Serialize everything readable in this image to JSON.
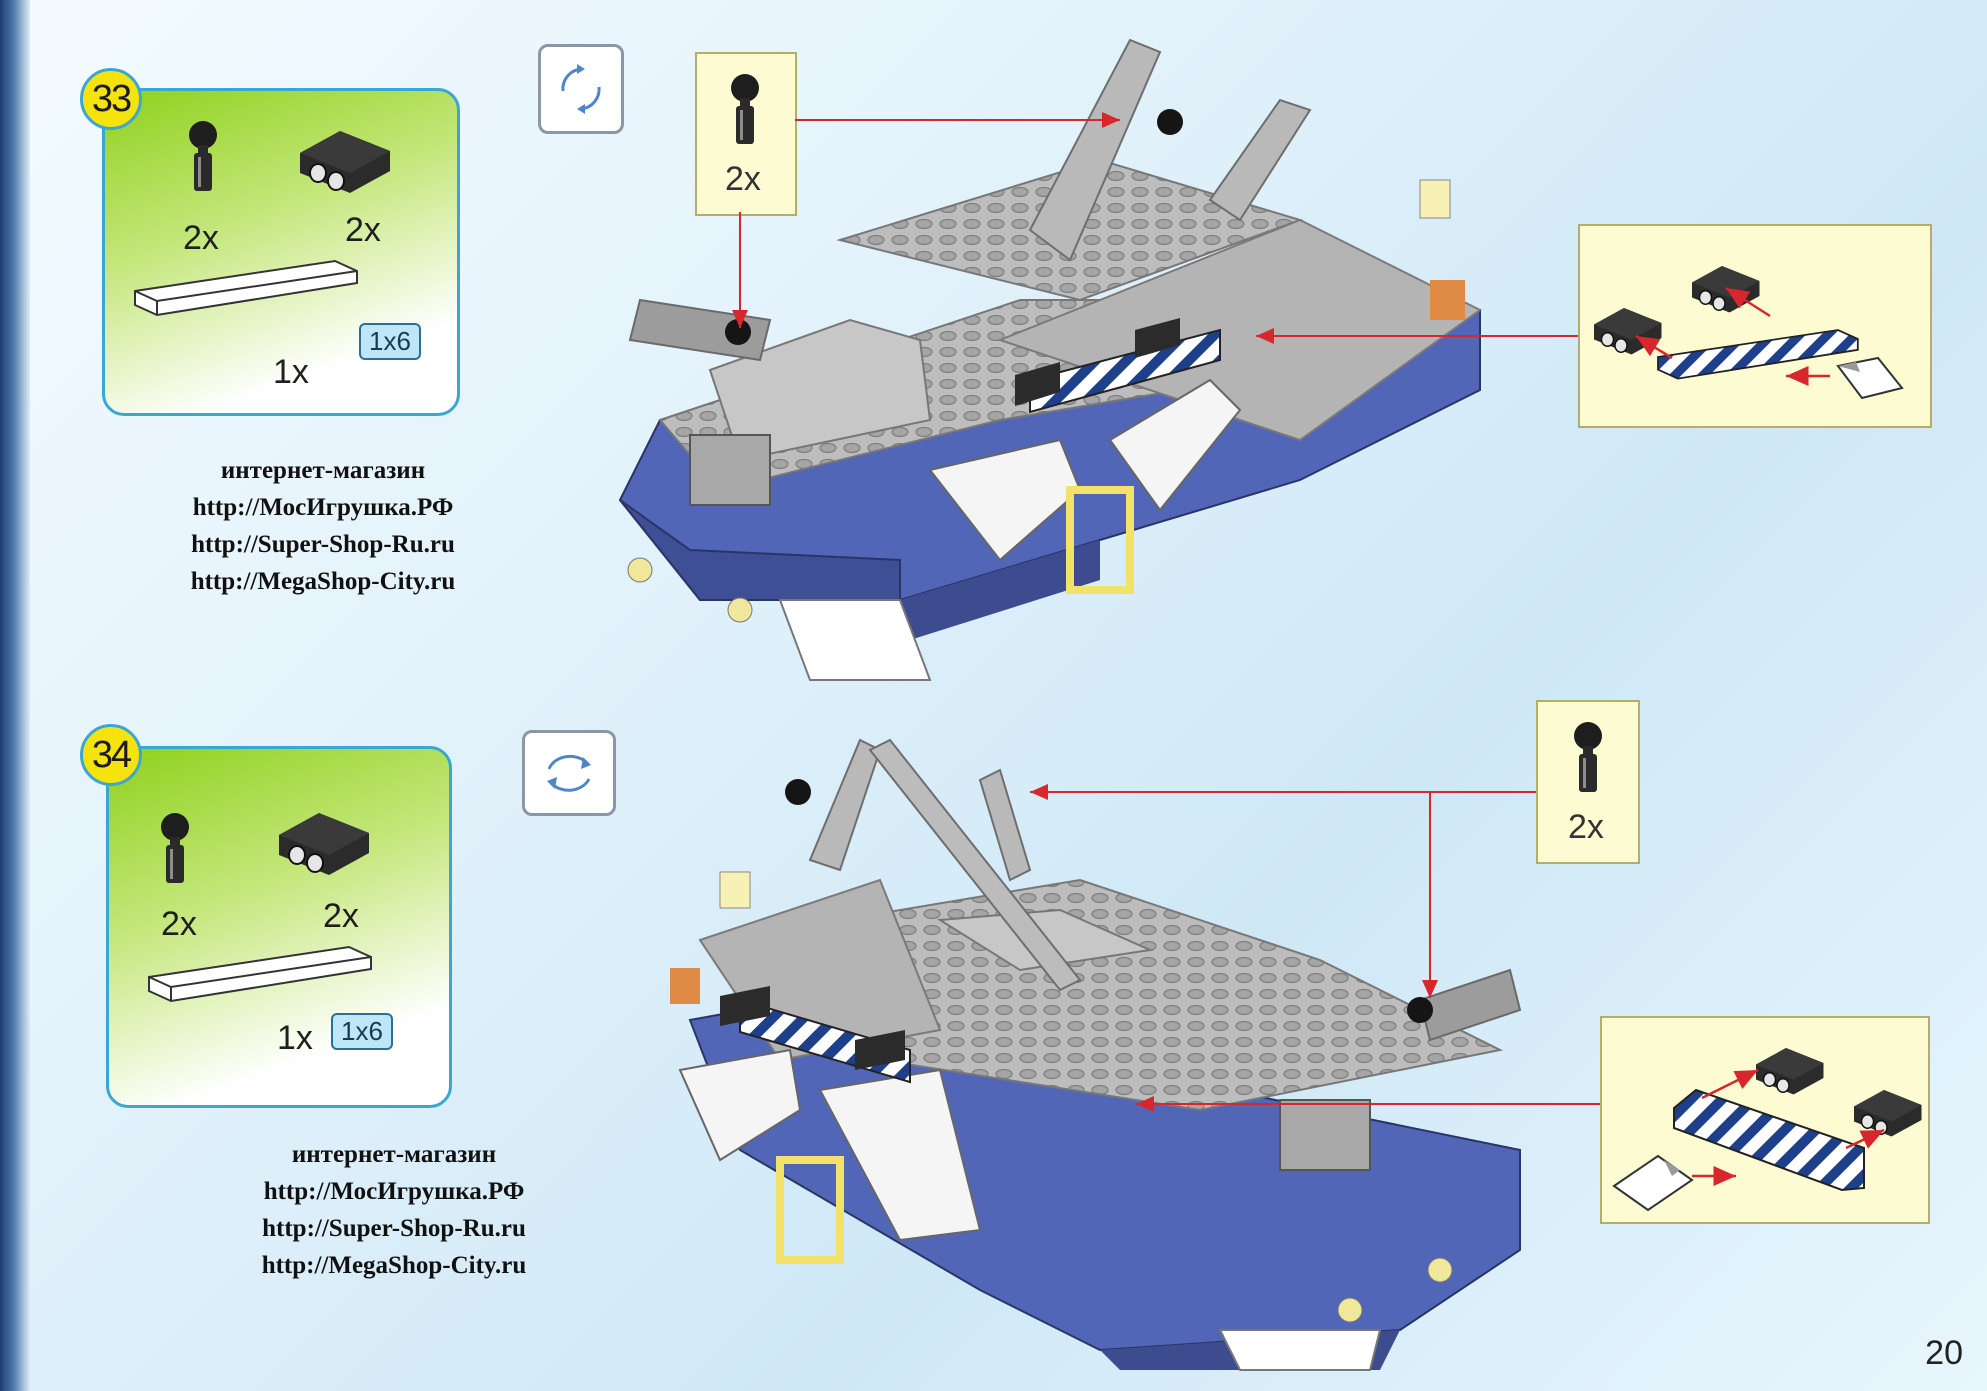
{
  "steps": [
    {
      "number": "33",
      "parts": [
        {
          "name": "ball joint pin",
          "qty": "2x"
        },
        {
          "name": "bracket plate",
          "qty": "2x"
        },
        {
          "name": "tile 1x6",
          "qty": "1x",
          "size": "1x6"
        }
      ],
      "shop": {
        "line1": "интернет-магазин",
        "line2": "http://МосИгрушка.РФ",
        "line3": "http://Super-Shop-Ru.ru",
        "line4": "http://MegaShop-City.ru"
      },
      "callout_qty": "2x"
    },
    {
      "number": "34",
      "parts": [
        {
          "name": "ball joint pin",
          "qty": "2x"
        },
        {
          "name": "bracket plate",
          "qty": "2x"
        },
        {
          "name": "tile 1x6",
          "qty": "1x",
          "size": "1x6"
        }
      ],
      "shop": {
        "line1": "интернет-магазин",
        "line2": "http://МосИгрушка.РФ",
        "line3": "http://Super-Shop-Ru.ru",
        "line4": "http://MegaShop-City.ru"
      },
      "callout_qty": "2x"
    }
  ],
  "page_number": "20",
  "colors": {
    "parts_box_border": "#3aa7d3",
    "badge": "#f5e30e",
    "vehicle_blue": "#5266b8",
    "arrow_red": "#d8262d",
    "callout_bg": "#fdfbd2"
  },
  "icons": [
    "rotate-model-icon",
    "ball-pin-icon",
    "bracket-plate-icon",
    "tile-icon",
    "sticker-icon"
  ]
}
